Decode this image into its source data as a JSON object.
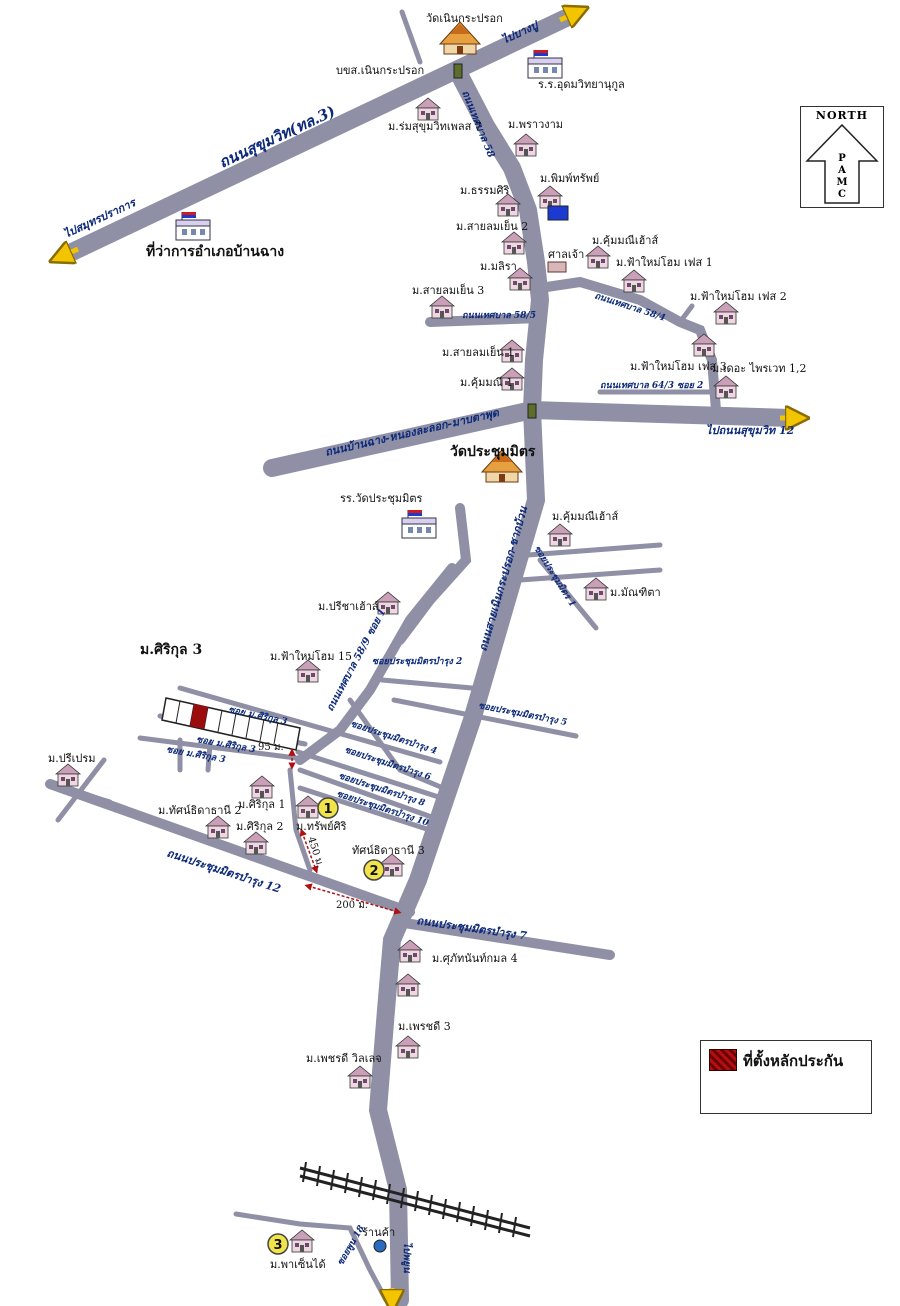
{
  "roads": {
    "sukhumvit": "ถนนสุขุมวิท(ทล.3)",
    "to_samut_prakan": "ไปสมุทรปราการ",
    "to_bangpu": "ไปบางปู",
    "thepharak_58": "ถนนเทศบาล 58",
    "thepharak_58_5": "ถนนเทศบาล 58/5",
    "thepharak_58_4": "ถนนเทศบาล 58/4",
    "soi_64_2": "ถนนเทศบาล 64/3 ซอย 2",
    "bangphli_road": "ถนนบ้านฉาง-หนองละลอก-มาบตาพุด",
    "to_sukhumvit_12": "ไปถนนสุขุมวิท 12",
    "main_south": "ถนนสายเนินกระปรอก-ชากบ้วน",
    "soi_58_9": "ถนนเทศบาล 58/9 ซอย 1",
    "soi_pm_1": "ซอยประชุมมิตร 1",
    "soi_pm_2": "ซอยประชุมมิตรบำรุง 2",
    "soi_pm_4": "ซอยประชุมมิตรบำรุง 4",
    "soi_pm_5": "ซอยประชุมมิตรบำรุง 5",
    "soi_pm_6": "ซอยประชุมมิตรบำรุง 6",
    "soi_pm_8": "ซอยประชุมมิตรบำรุง 8",
    "soi_pm_10": "ซอยประชุมมิตรบำรุง 10",
    "pm_12": "ถนนประชุมมิตรบำรุง 12",
    "pm_7": "ถนนประชุมมิตรบำรุง 7",
    "soi_sirikul_3a": "ซอย ม.ศิริกุล 3",
    "soi_sirikul_3b": "ซอย ม.ศิริกุล 3",
    "soi_sirikul_3c": "ซอย ม.ศิริกุล 3",
    "soi_phun_18": "ซอยพูน 18",
    "to_phayun": "ไปพยูน"
  },
  "places": {
    "wat_noen": "วัดเนินกระปรอก",
    "noen_junction": "บขส.เนินกระปรอก",
    "school_udom": "ร.ร.อุดมวิทยานุกูล",
    "district_office": "ที่ว่าการอำเภอบ้านฉาง",
    "rom_sukhumvit": "ม.ร่มสุขุมวิทเพลส 7",
    "phra_ngam": "ม.พราวงาม",
    "phimsap": "ม.พิมพ์ทรัพย์",
    "thammasiri": "ม.ธรรมศิริ",
    "sarlom_2": "ม.สายลมเย็น 2",
    "saan_chao": "ศาลเจ้า",
    "kum_mani_top": "ม.คุ้มมณีเฮ้าส์",
    "fahnai_1": "ม.ฟ้าใหม่โฮม เฟส 1",
    "mali": "ม.มลิรา",
    "sarlom_3": "ม.สายลมเย็น 3",
    "fahnai_2": "ม.ฟ้าใหม่โฮม เฟส 2",
    "sarlom_1": "ม.สายลมเย็น 1",
    "fahnai_3": "ม.ฟ้าใหม่โฮม เฟส 3",
    "the_privet": "ม.เดอะ ไพรเวท 1,2",
    "kum_mani_1": "ม.คุ้มมณี 1",
    "wat_prachum": "วัดประชุมมิตร",
    "school_prachum": "รร.วัดประชุมมิตร",
    "kum_mani_2": "ม.คุ้มมณีเฮ้าส์",
    "manthita": "ม.มัณฑิตา",
    "preecha": "ม.ปรีชาเฮ้าส์",
    "sirikul_3": "ม.ศิริกุล 3",
    "fahnai_15": "ม.ฟ้าใหม่โฮม 15",
    "preeprom": "ม.ปรีเปรม",
    "sirikul_1": "ม.ศิริกุล 1",
    "sapsiri": "ม.ทรัพย์ศิริ",
    "thatsanathani_2": "ม.ทัศน์ธิดาธานี 2",
    "sirikul_2": "ม.ศิริกุล 2",
    "thatsanathani_3": "ทัศน์ธิดาธานี 3",
    "supphan_4": "ม.ศุภัทนันท์กมล 4",
    "phetsri_3": "ม.เพรชดี 3",
    "phetsri_villa": "ม.เพชรดี วิลเลจ",
    "raan_kha": "ร้านค้า",
    "phanthongdi": "ม.พาเซ็นได้"
  },
  "distances": {
    "d95": "95 ม.",
    "d450": "450 ม.",
    "d200": "200 ม."
  },
  "markers": [
    "1",
    "2",
    "3"
  ],
  "north_box": {
    "title": "NORTH",
    "letters": [
      "P",
      "A",
      "M",
      "C"
    ]
  },
  "legend": {
    "label": "ที่ตั้งหลักประกัน",
    "swatch_color": "#8b0000"
  }
}
